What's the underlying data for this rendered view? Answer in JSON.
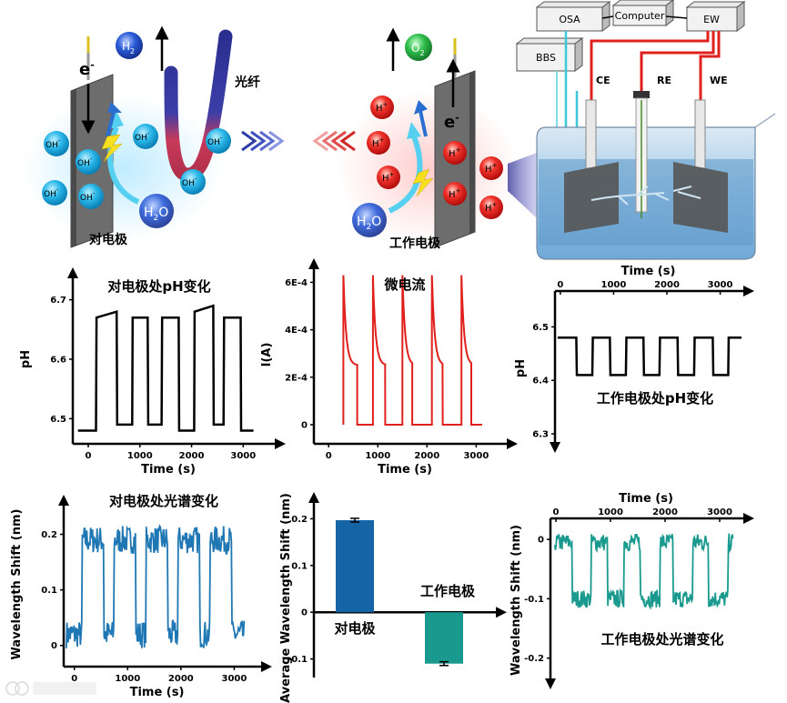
{
  "scheme": {
    "labels": {
      "counter_electrode": "对电极",
      "working_electrode": "工作电极",
      "fiber": "光纤",
      "electron": "e",
      "h2": "H",
      "o2": "O",
      "sub2": "2",
      "water": "H",
      "water_o": "O",
      "oh": "OH",
      "minus": "-",
      "hplus": "H",
      "plus": "+"
    },
    "instruments": {
      "osa": "OSA",
      "computer": "Computer",
      "ew": "EW",
      "bbs": "BBS",
      "ce": "CE",
      "re": "RE",
      "we": "WE"
    },
    "colors": {
      "oh_ion": "#29b6e8",
      "h_ion": "#e02020",
      "h2_ball": "#2a5bd7",
      "o2_ball": "#2ebd4a",
      "fiber_blue": "#2a2f8f",
      "fiber_red": "#c83a5a",
      "electrode": "#7a7a7a",
      "cable_red": "#e0201c",
      "cable_cyan": "#3cc8d8",
      "tank": "#9ec8e6"
    }
  },
  "chart_data": [
    {
      "type": "line",
      "title": "对电极处pH变化",
      "xlabel": "Time (s)",
      "ylabel": "pH",
      "xlim": [
        -300,
        3400
      ],
      "ylim": [
        6.47,
        6.73
      ],
      "xticks": [
        0,
        1000,
        2000,
        3000
      ],
      "yticks": [
        6.5,
        6.6,
        6.7
      ],
      "color": "#000000",
      "series": [
        {
          "x": [
            -200,
            150,
            160,
            550,
            560,
            850,
            860,
            1150,
            1160,
            1420,
            1430,
            1750,
            1760,
            2050,
            2060,
            2420,
            2430,
            2620,
            2630,
            2950,
            2960,
            3200
          ],
          "y": [
            6.48,
            6.48,
            6.67,
            6.68,
            6.49,
            6.49,
            6.67,
            6.67,
            6.49,
            6.49,
            6.67,
            6.67,
            6.48,
            6.48,
            6.68,
            6.69,
            6.49,
            6.49,
            6.67,
            6.67,
            6.48,
            6.48
          ]
        }
      ]
    },
    {
      "type": "line",
      "title": "微电流",
      "xlabel": "Time (s)",
      "ylabel": "I(A)",
      "xlim": [
        -300,
        3400
      ],
      "ylim": [
        -5e-05,
        0.00064
      ],
      "xticks": [
        0,
        1000,
        2000,
        3000
      ],
      "ytick_values": [
        0,
        0.0002,
        0.0004,
        0.0006
      ],
      "ytick_labels": [
        "0",
        "2E-4",
        "4E-4",
        "6E-4"
      ],
      "color": "#e0201c",
      "pulse_starts": [
        300,
        900,
        1500,
        2100,
        2700
      ],
      "pulse_ends": [
        580,
        1150,
        1700,
        2320,
        2900
      ],
      "peak": 0.00063,
      "plateau": 0.00025,
      "off_level": 0.0
    },
    {
      "type": "line",
      "title": "工作电极处pH变化",
      "xlabel": "Time (s)",
      "ylabel": "pH",
      "xaxis_position": "top",
      "xlim": [
        -100,
        3400
      ],
      "ylim": [
        6.295,
        6.55
      ],
      "xticks": [
        0,
        1000,
        2000,
        3000
      ],
      "yticks": [
        6.3,
        6.4,
        6.5
      ],
      "color": "#000000",
      "series": [
        {
          "x": [
            -50,
            300,
            310,
            600,
            610,
            930,
            940,
            1230,
            1240,
            1560,
            1570,
            1860,
            1870,
            2200,
            2210,
            2510,
            2520,
            2860,
            2870,
            3150,
            3160,
            3400
          ],
          "y": [
            6.48,
            6.48,
            6.41,
            6.41,
            6.48,
            6.48,
            6.41,
            6.41,
            6.48,
            6.48,
            6.41,
            6.41,
            6.48,
            6.48,
            6.41,
            6.41,
            6.48,
            6.48,
            6.41,
            6.41,
            6.48,
            6.48
          ]
        }
      ]
    },
    {
      "type": "line",
      "title": "对电极处光谱变化",
      "xlabel": "Time (s)",
      "ylabel": "Wavelength Shift (nm)",
      "xlim": [
        -200,
        3300
      ],
      "ylim": [
        -0.025,
        0.245
      ],
      "xticks": [
        0,
        1000,
        2000,
        3000
      ],
      "yticks": [
        0,
        0.1,
        0.2
      ],
      "ytick_labels": [
        "0",
        "0.1",
        "0.2"
      ],
      "color": "#1f77b4",
      "low_level": 0.02,
      "high_level": 0.19,
      "high_intervals": [
        [
          150,
          550
        ],
        [
          750,
          1150
        ],
        [
          1350,
          1750
        ],
        [
          1950,
          2350
        ],
        [
          2550,
          2950
        ]
      ]
    },
    {
      "type": "bar",
      "xlabel": "",
      "ylabel": "Average  Wavelength Shift (nm)",
      "categories": [
        "对电极",
        "工作电极"
      ],
      "values": [
        0.197,
        -0.11
      ],
      "errors": [
        0.004,
        0.004
      ],
      "colors": [
        "#1464a6",
        "#1a9a8e"
      ],
      "ylim": [
        -0.13,
        0.23
      ],
      "yticks": [
        -0.1,
        0,
        0.1,
        0.2
      ],
      "ytick_labels": [
        "-0.1",
        "0",
        "0.1",
        "0.2"
      ]
    },
    {
      "type": "line",
      "title": "工作电极处光谱变化",
      "xlabel": "Time (s)",
      "ylabel": "Wavelength Shift (nm)",
      "xaxis_position": "top",
      "xlim": [
        -100,
        3400
      ],
      "ylim": [
        -0.225,
        0.02
      ],
      "xticks": [
        0,
        1000,
        2000,
        3000
      ],
      "yticks": [
        0,
        -0.1,
        -0.2
      ],
      "ytick_labels": [
        "0",
        "-0.1",
        "-0.2"
      ],
      "color": "#1a9a8e",
      "low_level": -0.1,
      "high_level": -0.005,
      "low_intervals": [
        [
          300,
          650
        ],
        [
          950,
          1250
        ],
        [
          1550,
          1900
        ],
        [
          2150,
          2500
        ],
        [
          2800,
          3150
        ]
      ]
    }
  ]
}
